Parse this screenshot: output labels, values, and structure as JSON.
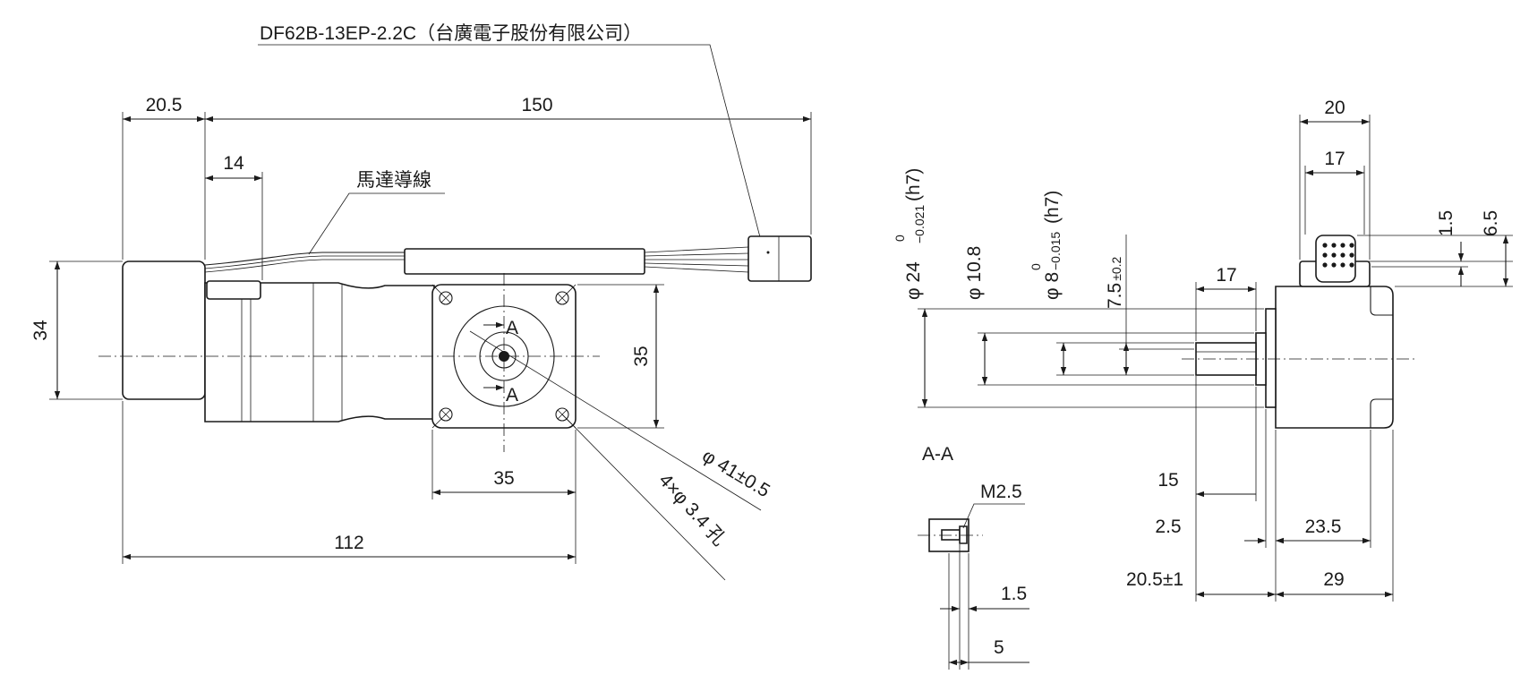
{
  "connector_label": "DF62B-13EP-2.2C（台廣電子股份有限公司）",
  "lead_wire_label": "馬達導線",
  "front": {
    "dim_20_5": "20.5",
    "dim_150": "150",
    "dim_14": "14",
    "dim_34": "34",
    "dim_35_v": "35",
    "dim_35_h": "35",
    "dim_112": "112",
    "pilot": "φ 41±0.5",
    "holes": "4×φ 3.4 孔",
    "section_mark": "A"
  },
  "side": {
    "shaft_dia_24": "φ 24",
    "shaft_dia_24_tol_upper": "0",
    "shaft_dia_24_tol_lower": "−0.021",
    "shaft_dia_24_fit": "(h7)",
    "dia_10_8": "φ 10.8",
    "shaft_dia_8": "φ 8",
    "shaft_dia_8_tol_upper": "0",
    "shaft_dia_8_tol_lower": "−0.015",
    "shaft_dia_8_fit": "(h7)",
    "flat_7_5": "7.5",
    "flat_7_5_tol": "±0.2",
    "dim_17_shaft": "17",
    "dim_20": "20",
    "dim_17_conn": "17",
    "dim_1_5_top": "1.5",
    "dim_6_5": "6.5",
    "dim_15": "15",
    "dim_2_5": "2.5",
    "dim_23_5": "23.5",
    "dim_20_5_tol": "20.5±1",
    "dim_29": "29"
  },
  "section": {
    "title": "A-A",
    "thread": "M2.5",
    "dim_1_5": "1.5",
    "dim_5": "5"
  }
}
